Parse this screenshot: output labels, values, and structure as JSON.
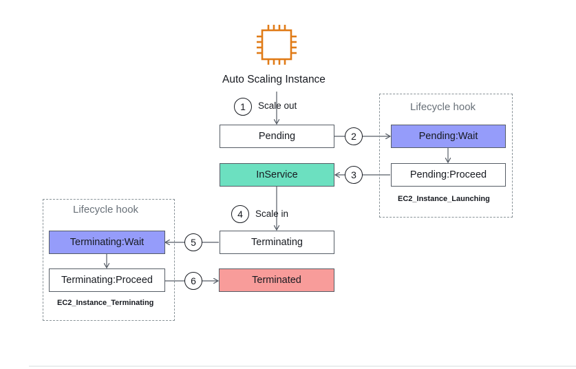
{
  "title": "Auto Scaling Instance",
  "colors": {
    "instance_icon": "#e07b17",
    "wait": "#959cfa",
    "in_service": "#6ce0c0",
    "terminated": "#f89c9a",
    "line": "#545b64"
  },
  "icon": "ec2-instance-chip-icon",
  "steps": [
    {
      "number": "1",
      "label": "Scale out"
    },
    {
      "number": "2",
      "label": ""
    },
    {
      "number": "3",
      "label": ""
    },
    {
      "number": "4",
      "label": "Scale in"
    },
    {
      "number": "5",
      "label": ""
    },
    {
      "number": "6",
      "label": ""
    }
  ],
  "states": {
    "pending": "Pending",
    "pending_wait": "Pending:Wait",
    "pending_proceed": "Pending:Proceed",
    "in_service": "InService",
    "terminating": "Terminating",
    "terminating_wait": "Terminating:Wait",
    "terminating_proceed": "Terminating:Proceed",
    "terminated": "Terminated"
  },
  "hooks": {
    "launch": {
      "title": "Lifecycle hook",
      "name": "EC2_Instance_Launching"
    },
    "terminate": {
      "title": "Lifecycle hook",
      "name": "EC2_Instance_Terminating"
    }
  }
}
